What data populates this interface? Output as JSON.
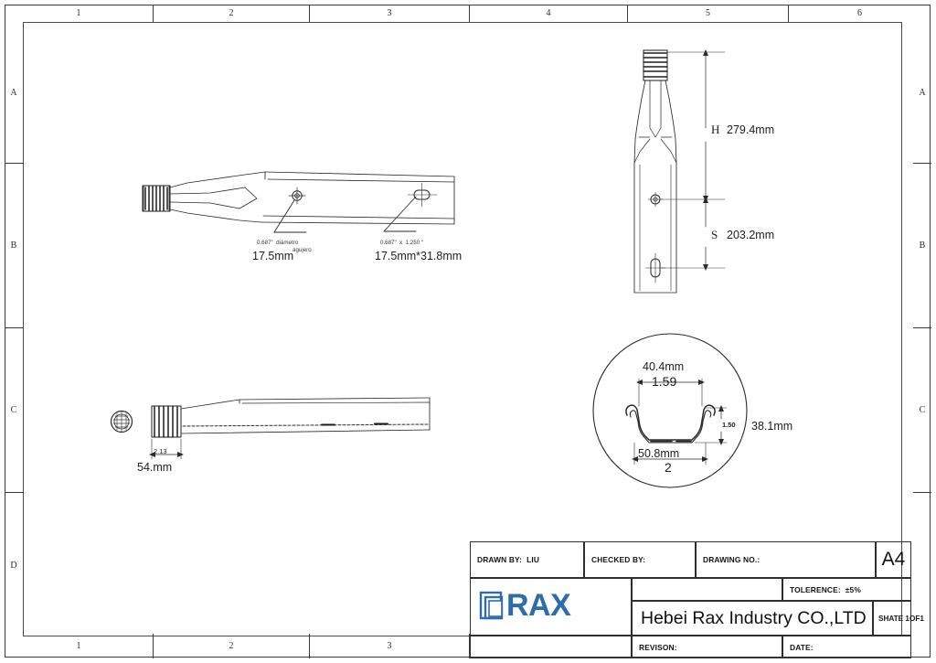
{
  "sheet": {
    "zones_top": [
      "1",
      "2",
      "3",
      "4",
      "5",
      "6"
    ],
    "zones_bottom": [
      "1",
      "2",
      "3"
    ],
    "zones_left": [
      "A",
      "B",
      "C",
      "D"
    ],
    "zones_right": [
      "A",
      "B",
      "C"
    ]
  },
  "views": {
    "side_blade": {
      "callout_hole_round": {
        "spec_inch": "0.687\"  diámetro",
        "spec_inch2": "agujero",
        "spec_mm": "17.5mm"
      },
      "callout_hole_slot": {
        "spec_inch": "0.687\"  x  1.250 \"",
        "spec_mm": "17.5mm*31.8mm"
      }
    },
    "front_blade": {
      "overall_height_label": "H",
      "overall_height": "279.4mm",
      "slot_height_label": "S",
      "slot_height": "203.2mm"
    },
    "bottom_shaft": {
      "thread_len_inch": "2.13",
      "thread_len_mm": "54.mm"
    },
    "section_detail": {
      "top_width_mm": "40.4mm",
      "top_width_inch": "1.59",
      "bottom_width_mm": "50.8mm",
      "bottom_width_inch": "2",
      "depth_inch": "1.50",
      "depth_mm": "38.1mm"
    }
  },
  "title_block": {
    "drawn_by_label": "DRAWN BY:",
    "drawn_by_value": "LIU",
    "checked_by_label": "CHECKED BY:",
    "drawing_no_label": "DRAWING NO.:",
    "paper_size": "A4",
    "tolerance_label": "TOLERENCE:",
    "tolerance_value": "±5%",
    "company": "Hebei Rax Industry CO.,LTD",
    "sheet_label": "SHATE 1OF1",
    "revision_label": "REVISON:",
    "date_label": "DATE:",
    "logo_text": "RAX",
    "logo_color": "#2f6cab"
  }
}
